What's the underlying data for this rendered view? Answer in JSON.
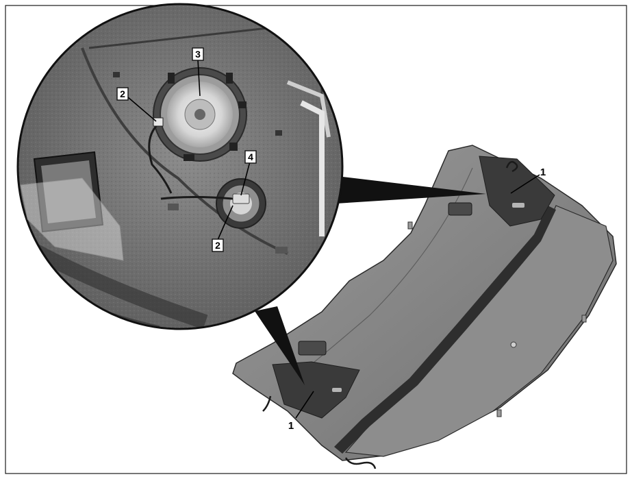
{
  "figure": {
    "callouts": {
      "shelf_right": "1",
      "shelf_left": "1",
      "tweeter_connector": "2",
      "woofer_connector": "2",
      "tweeter": "3",
      "woofer": "4"
    }
  },
  "colors": {
    "frame": "#1a1a1a",
    "felt": "#6e6e6e",
    "shelf": "#8a8a8a",
    "shelf_dark": "#3c3c3c",
    "speaker": "#d8d8d8"
  }
}
